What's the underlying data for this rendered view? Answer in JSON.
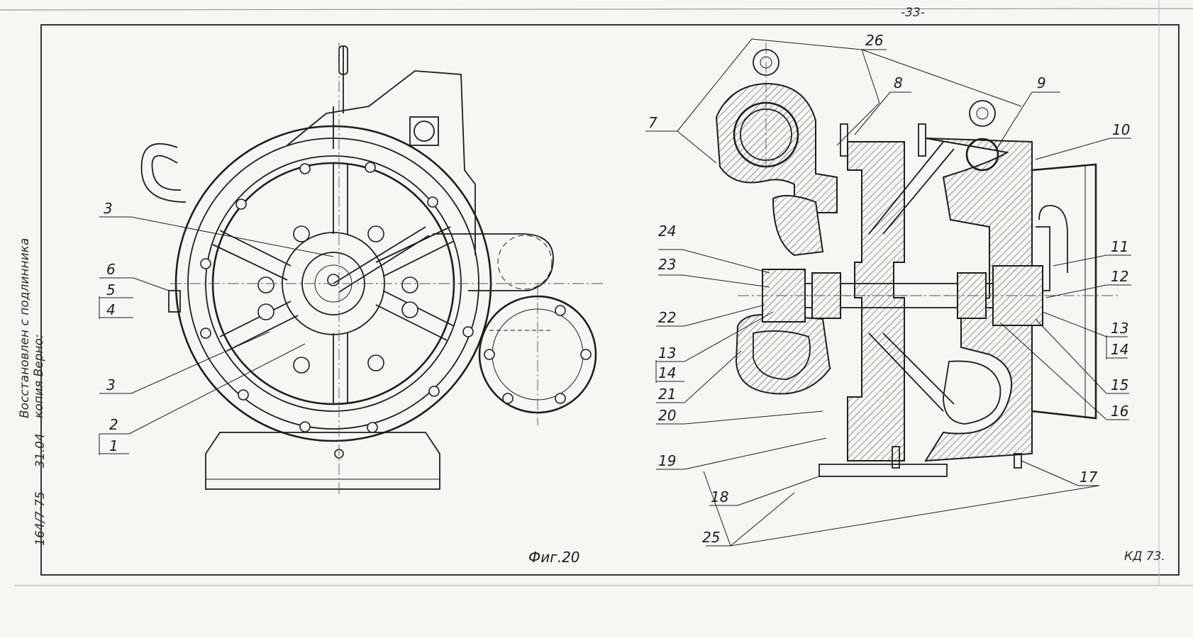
{
  "page_number": "-33-",
  "figure_caption": "Фиг.20",
  "drawing_code": "КД 73.",
  "side_notes": {
    "restored_line1": "Восстановлен с подлинника",
    "restored_line2": "копия Верно:",
    "date": "31.04",
    "doc_number": "164/7-75"
  },
  "left_view_callouts": [
    "3",
    "6",
    "5",
    "4",
    "3",
    "2",
    "1"
  ],
  "right_view_callouts": [
    "26",
    "8",
    "7",
    "9",
    "10",
    "24",
    "23",
    "22",
    "13",
    "14",
    "21",
    "20",
    "19",
    "18",
    "25",
    "11",
    "12",
    "13",
    "14",
    "15",
    "16",
    "17"
  ]
}
